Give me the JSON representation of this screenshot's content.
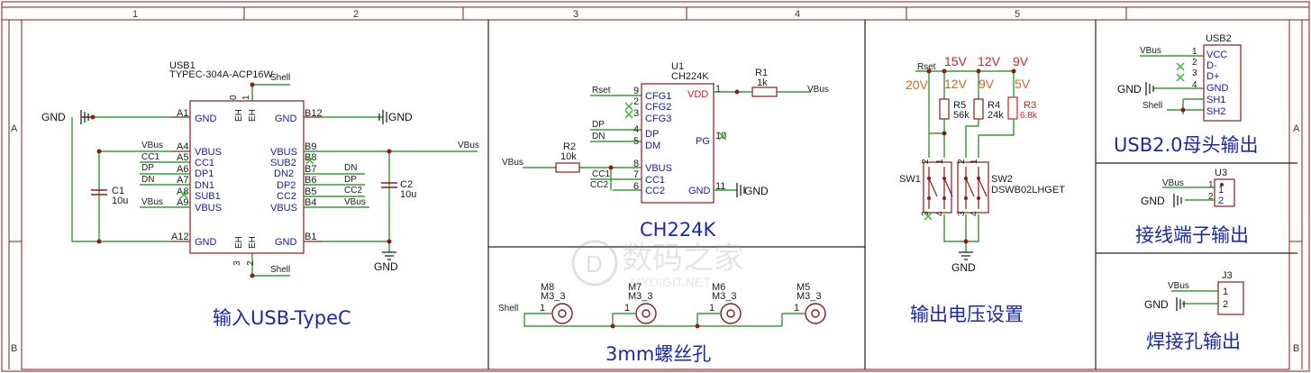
{
  "frame": {
    "cols": [
      "1",
      "2",
      "3",
      "4",
      "5"
    ],
    "rows": [
      "A",
      "B"
    ]
  },
  "sections": {
    "input": "输入USB-TypeC",
    "ch224k": "CH224K",
    "screw": "3mm螺丝孔",
    "voltage": "输出电压设置",
    "usb2": "USB2.0母头输出",
    "terminal": "接线端子输出",
    "solder": "焊接孔输出"
  },
  "watermark": {
    "line1": "数码之家",
    "line2": "MYDIGIT.NET"
  },
  "usb1": {
    "ref": "USB1",
    "part": "TYPEC-304A-ACP16W",
    "shell": "Shell",
    "shell_bottom": "Shell",
    "top_pins": [
      "0",
      "1",
      "EH",
      "EH"
    ],
    "bottom_pins": [
      "3",
      "2",
      "EH",
      "EH"
    ],
    "left_pins": [
      {
        "num": "A1",
        "name": "GND"
      },
      {
        "num": "A4",
        "name": "VBUS"
      },
      {
        "num": "A5",
        "name": "CC1"
      },
      {
        "num": "A6",
        "name": "DP1"
      },
      {
        "num": "A7",
        "name": "DN1"
      },
      {
        "num": "A8",
        "name": "SUB1"
      },
      {
        "num": "A9",
        "name": "VBUS"
      },
      {
        "num": "A12",
        "name": "GND"
      }
    ],
    "right_pins": [
      {
        "num": "B12",
        "name": "GND"
      },
      {
        "num": "B9",
        "name": "VBUS"
      },
      {
        "num": "B8",
        "name": "SUB2"
      },
      {
        "num": "B7",
        "name": "DN2"
      },
      {
        "num": "B6",
        "name": "DP2"
      },
      {
        "num": "B5",
        "name": "CC2"
      },
      {
        "num": "B4",
        "name": "VBUS"
      },
      {
        "num": "B1",
        "name": "GND"
      }
    ],
    "left_nets": [
      "VBus",
      "CC1",
      "DP",
      "DN",
      "VBus"
    ],
    "right_nets": [
      "DN",
      "DP",
      "CC2",
      "VBus"
    ],
    "gnd_left": "GND",
    "gnd_right": "GND",
    "gnd_bottom": "GND",
    "vbus_net": "VBus",
    "c1": {
      "ref": "C1",
      "value": "10u"
    },
    "c2": {
      "ref": "C2",
      "value": "10u"
    }
  },
  "u1": {
    "ref": "U1",
    "part": "CH224K",
    "left_pins": [
      {
        "num": "9",
        "name": "CFG1"
      },
      {
        "num": "2",
        "name": "CFG2"
      },
      {
        "num": "3",
        "name": "CFG3"
      },
      {
        "num": "4",
        "name": "DP"
      },
      {
        "num": "5",
        "name": "DM"
      },
      {
        "num": "8",
        "name": "VBUS"
      },
      {
        "num": "7",
        "name": "CC1"
      },
      {
        "num": "6",
        "name": "CC2"
      }
    ],
    "right_pins": [
      {
        "num": "1",
        "name": "VDD"
      },
      {
        "num": "10",
        "name": "PG"
      },
      {
        "num": "11",
        "name": "GND"
      }
    ],
    "nets": {
      "rset": "Rset",
      "dp": "DP",
      "dn": "DN",
      "vbus": "VBus",
      "cc1": "CC1",
      "cc2": "CC2",
      "vbus_out": "VBus",
      "gnd": "GND"
    },
    "r1": {
      "ref": "R1",
      "value": "1k"
    },
    "r2": {
      "ref": "R2",
      "value": "10k"
    }
  },
  "screws": [
    {
      "ref": "M8",
      "part": "M3_3",
      "pin": "1"
    },
    {
      "ref": "M7",
      "part": "M3_3",
      "pin": "1"
    },
    {
      "ref": "M6",
      "part": "M3_3",
      "pin": "1"
    },
    {
      "ref": "M5",
      "part": "M3_3",
      "pin": "1"
    }
  ],
  "screw_net": "Shell",
  "voltage": {
    "rset": "Rset",
    "v15": "15V",
    "v12": "12V",
    "v9": "9V",
    "v20": "20V",
    "v12b": "12V",
    "v9b": "9V",
    "v5": "5V",
    "r5": {
      "ref": "R5",
      "value": "56k"
    },
    "r4": {
      "ref": "R4",
      "value": "24k"
    },
    "r3": {
      "ref": "R3",
      "value": "6.8k"
    },
    "sw1": "SW1",
    "sw2": "SW2",
    "sw_part": "DSWB02LHGET",
    "gnd": "GND",
    "sw_pins": [
      "2",
      "1",
      "3",
      "4"
    ]
  },
  "usb2": {
    "ref": "USB2",
    "pins": [
      {
        "num": "1",
        "name": "VCC"
      },
      {
        "num": "2",
        "name": "D-"
      },
      {
        "num": "3",
        "name": "D+"
      },
      {
        "num": "4",
        "name": "GND"
      },
      {
        "num": "",
        "name": "SH1"
      },
      {
        "num": "",
        "name": "SH2"
      }
    ],
    "vbus": "VBus",
    "gnd": "GND",
    "shell": "Shell"
  },
  "u3": {
    "ref": "U3",
    "vbus": "VBus",
    "gnd": "GND",
    "pins": [
      "1",
      "2"
    ],
    "labels": [
      "1",
      "2"
    ]
  },
  "j3": {
    "ref": "J3",
    "vbus": "VBus",
    "gnd": "GND",
    "pins": [
      "1",
      "2"
    ],
    "labels": [
      "1",
      "2"
    ]
  },
  "colors": {
    "border": "#8b1a1a",
    "wire": "#0f8a0f",
    "body": "#8b1a1a",
    "text": "#1a1aa0",
    "power": "#cc2222",
    "junction": "#8b1a1a",
    "noconn": "#2db82d"
  }
}
